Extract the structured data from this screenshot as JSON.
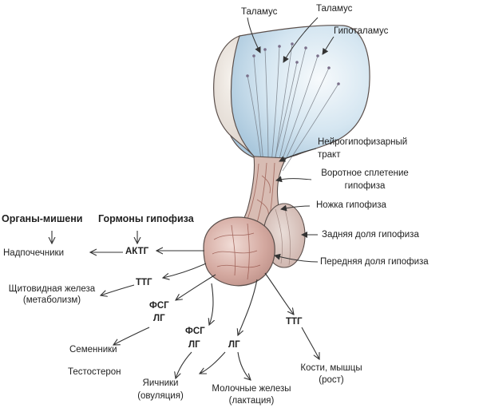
{
  "labels": {
    "thalamus_1": "Таламус",
    "thalamus_2": "Таламус",
    "hypothalamus": "Гипоталамус",
    "tract_line1": "Нейрогипофизарный",
    "tract_line2": "тракт",
    "portal_line1": "Воротное сплетение",
    "portal_line2": "гипофиза",
    "stalk": "Ножка гипофиза",
    "posterior": "Задняя доля гипофиза",
    "anterior": "Передняя доля гипофиза"
  },
  "headers": {
    "targets": "Органы-мишени",
    "hormones": "Гормоны гипофиза"
  },
  "hormones": {
    "actg": "АКТГ",
    "ttg_1": "ТТГ",
    "fsg_1": "ФСГ",
    "lg_1": "ЛГ",
    "fsg_2": "ФСГ",
    "lg_2": "ЛГ",
    "lg_3": "ЛГ",
    "ttg_2": "ТТГ"
  },
  "targets": {
    "adrenal": "Надпочечники",
    "thyroid_line1": "Щитовидная железа",
    "thyroid_line2": "(метаболизм)",
    "testes": "Семенники",
    "testosterone": "Тестостерон",
    "ovaries_line1": "Яичники",
    "ovaries_line2": "(овуляция)",
    "mammary_line1": "Молочные железы",
    "mammary_line2": "(лактация)",
    "bones_line1": "Кости, мышцы",
    "bones_line2": "(рост)"
  },
  "colors": {
    "tissue_light": "#eef3f6",
    "tissue_blue": "#b9d7ea",
    "tissue_pink": "#d9b7ae",
    "lobe_pink": "#caa39a",
    "outline": "#5b4f4b",
    "arrow": "#333333"
  }
}
